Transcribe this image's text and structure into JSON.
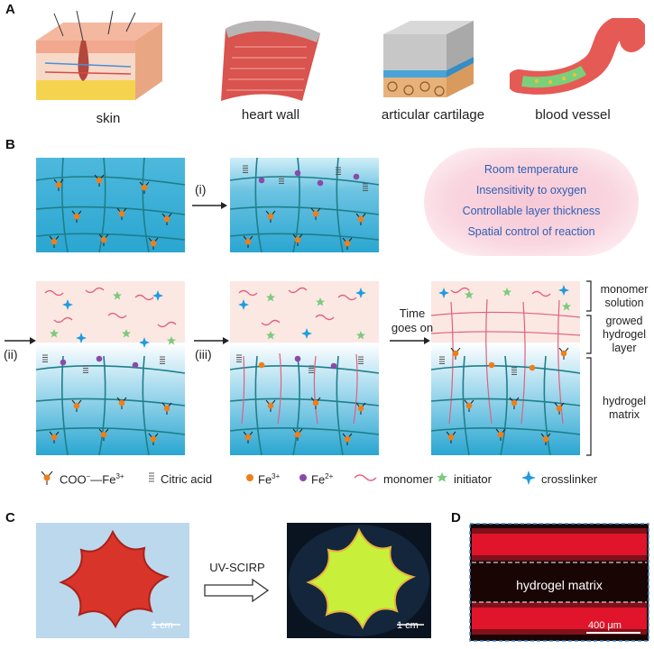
{
  "panels": {
    "a": "A",
    "b": "B",
    "c": "C",
    "d": "D"
  },
  "tissues": [
    "skin",
    "heart wall",
    "articular cartilage",
    "blood vessel"
  ],
  "features": [
    "Room temperature",
    "Insensitivity to oxygen",
    "Controllable layer thickness",
    "Spatial control  of reaction"
  ],
  "steps": {
    "i": "(i)",
    "ii": "(ii)",
    "iii": "(iii)",
    "time_line1": "Time",
    "time_line2": "goes on"
  },
  "side_labels": {
    "monomer_solution": [
      "monomer",
      "solution"
    ],
    "growed_layer": [
      "growed",
      "hydrogel",
      "layer"
    ],
    "hydrogel_matrix": [
      "hydrogel",
      "matrix"
    ]
  },
  "legend": {
    "coo_fe": "COO",
    "coo_fe_sup": "3+",
    "citric": "Citric acid",
    "fe3": "Fe",
    "fe3_sup": "3+",
    "fe2": "Fe",
    "fe2_sup": "2+",
    "monomer": "monomer",
    "initiator": "initiator",
    "crosslinker": "crosslinker"
  },
  "panel_c": {
    "process": "UV-SCIRP",
    "scale1": "1 cm",
    "scale2": "1 cm"
  },
  "panel_d": {
    "label": "hydrogel matrix",
    "scale": "400 μm"
  },
  "colors": {
    "matrix": "#3aaed4",
    "matrix_light": "#bfe7f3",
    "network": "#1e8a92",
    "solution": "#fbe8e2",
    "monomer": "#e0607f",
    "initiator": "#7dc97d",
    "crosslinker": "#1e9be0",
    "fe3": "#ef7f1a",
    "fe2": "#8a4aa8",
    "feature_text": "#2f5fb5",
    "red_gel": "#d9342a",
    "green_gel": "#c8f03a"
  }
}
